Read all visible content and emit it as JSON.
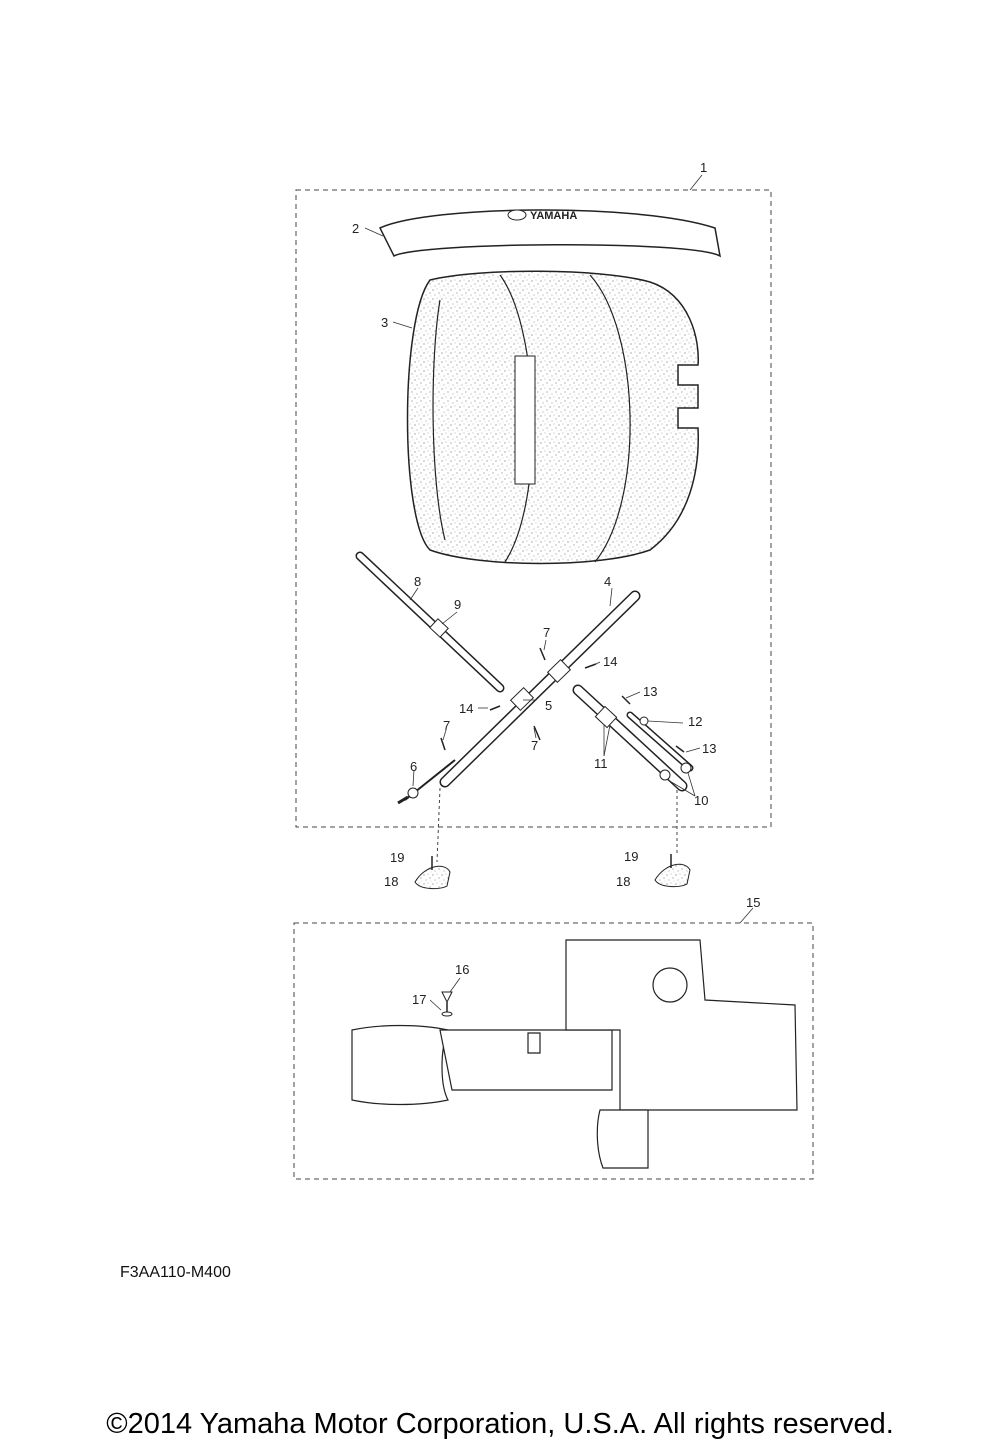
{
  "diagram": {
    "brand_text": "YAMAHA",
    "drawing_code": "F3AA110-M400",
    "copyright": "©2014 Yamaha Motor Corporation, U.S.A. All rights reserved.",
    "callouts": {
      "c1": "1",
      "c2": "2",
      "c3": "3",
      "c4": "4",
      "c5": "5",
      "c6": "6",
      "c7a": "7",
      "c7b": "7",
      "c7c": "7",
      "c8": "8",
      "c9": "9",
      "c10": "10",
      "c11": "11",
      "c12": "12",
      "c13a": "13",
      "c13b": "13",
      "c14a": "14",
      "c14b": "14",
      "c15": "15",
      "c16": "16",
      "c17": "17",
      "c18a": "18",
      "c18b": "18",
      "c19a": "19",
      "c19b": "19"
    }
  }
}
